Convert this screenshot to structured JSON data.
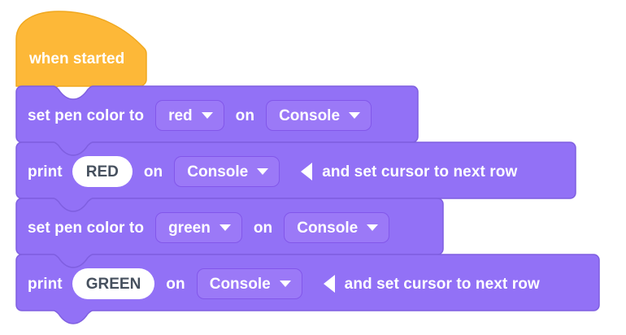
{
  "workspace": {
    "background_color": "#ffffff",
    "block_fill": "#9271f6",
    "block_stroke": "#7f5fe0",
    "field_fill": "#9b79f7",
    "field_stroke": "#8257ea",
    "hat_fill": "#fdb838",
    "hat_stroke": "#f0a81f",
    "text_color": "#ffffff",
    "input_text_color": "#46505e"
  },
  "script": {
    "hat": {
      "label": "when started"
    },
    "blocks": [
      {
        "id": "set-pen-color-red",
        "type": "set-pen-color",
        "label_start": "set pen color to",
        "color_field": {
          "value": "red",
          "icon": "chevron-down-icon"
        },
        "label_mid": "on",
        "target_field": {
          "value": "Console",
          "icon": "chevron-down-icon"
        }
      },
      {
        "id": "print-red",
        "type": "print",
        "label_start": "print",
        "text_field": {
          "value": "RED"
        },
        "label_mid": "on",
        "target_field": {
          "value": "Console",
          "icon": "chevron-down-icon"
        },
        "cursor_icon": "triangle-left-icon",
        "label_end": "and set cursor to next row"
      },
      {
        "id": "set-pen-color-green",
        "type": "set-pen-color",
        "label_start": "set pen color to",
        "color_field": {
          "value": "green",
          "icon": "chevron-down-icon"
        },
        "label_mid": "on",
        "target_field": {
          "value": "Console",
          "icon": "chevron-down-icon"
        }
      },
      {
        "id": "print-green",
        "type": "print",
        "label_start": "print",
        "text_field": {
          "value": "GREEN"
        },
        "label_mid": "on",
        "target_field": {
          "value": "Console",
          "icon": "chevron-down-icon"
        },
        "cursor_icon": "triangle-left-icon",
        "label_end": "and set cursor to next row"
      }
    ]
  }
}
